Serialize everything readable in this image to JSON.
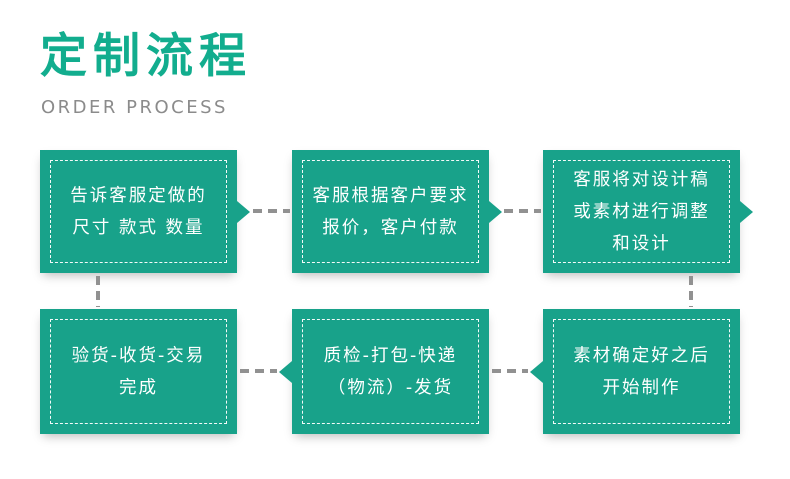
{
  "header": {
    "title": "定制流程",
    "subtitle": "ORDER PROCESS"
  },
  "colors": {
    "brand_green": "#12ad8e",
    "box_green": "#18a28a",
    "box_text": "#ffffff",
    "connector_gray": "#919191",
    "subtitle_gray": "#8b8b8b",
    "background": "#ffffff"
  },
  "flow": {
    "steps": [
      {
        "order": 1,
        "lines": [
          "告诉客服定做的",
          "尺寸 款式 数量"
        ]
      },
      {
        "order": 2,
        "lines": [
          "客服根据客户要求",
          "报价，客户付款"
        ]
      },
      {
        "order": 3,
        "lines": [
          "客服将对设计稿",
          "或素材进行调整",
          "和设计"
        ]
      },
      {
        "order": 4,
        "lines": [
          "素材确定好之后",
          "开始制作"
        ]
      },
      {
        "order": 5,
        "lines": [
          "质检-打包-快递",
          "（物流）-发货"
        ]
      },
      {
        "order": 6,
        "lines": [
          "验货-收货-交易",
          "完成"
        ]
      }
    ],
    "connectors": [
      {
        "type": "arrow-right",
        "between": "step1-step2"
      },
      {
        "type": "arrow-right",
        "between": "step2-step3"
      },
      {
        "type": "arrow-right",
        "between": "step3-right-edge"
      },
      {
        "type": "vertical-dashed",
        "between": "step3-step4"
      },
      {
        "type": "arrow-left",
        "between": "step4-step5"
      },
      {
        "type": "arrow-left",
        "between": "step5-step6"
      },
      {
        "type": "vertical-dashed",
        "between": "step6-step1"
      }
    ]
  }
}
